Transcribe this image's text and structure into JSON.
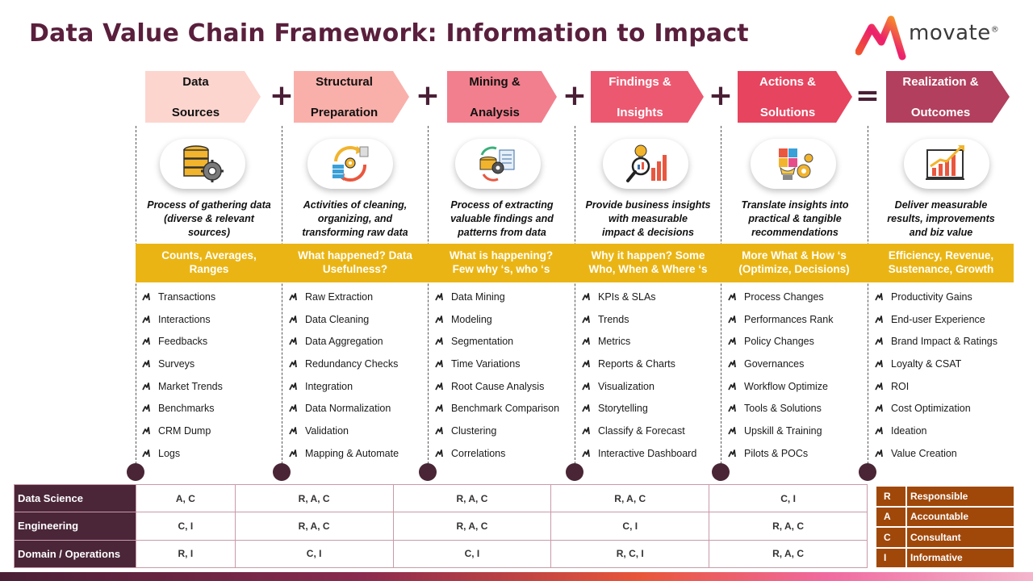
{
  "title": "Data Value Chain Framework: Information to Impact",
  "logo": {
    "text": "movate",
    "registered": "®"
  },
  "colors": {
    "title": "#5a1f3c",
    "band": "#eab514",
    "row_header": "#4a2638",
    "legend": "#a0480a",
    "stage_1": "#fcd5cf",
    "stage_2": "#f9b0aa",
    "stage_3": "#f27f8d",
    "stage_4": "#ec5870",
    "stage_5": "#e6445f",
    "stage_6": "#b13f5d"
  },
  "operators": [
    "+",
    "+",
    "+",
    "+",
    "="
  ],
  "stages": [
    {
      "title_line1": "Data",
      "title_line2": "Sources",
      "icon": "database-gear-icon",
      "desc_line1": "Process of gathering data",
      "desc_line2": "(diverse & relevant",
      "desc_line3": "sources)",
      "question_line1": "Counts, Averages,",
      "question_line2": "Ranges",
      "items": [
        "Transactions",
        "Interactions",
        "Feedbacks",
        "Surveys",
        "Market Trends",
        "Benchmarks",
        "CRM Dump",
        "Logs"
      ]
    },
    {
      "title_line1": "Structural",
      "title_line2": "Preparation",
      "icon": "data-cycle-icon",
      "desc_line1": "Activities of cleaning,",
      "desc_line2": "organizing, and",
      "desc_line3": "transforming raw data",
      "question_line1": "What happened? Data",
      "question_line2": "Usefulness?",
      "items": [
        "Raw Extraction",
        "Data Cleaning",
        "Data Aggregation",
        "Redundancy Checks",
        "Integration",
        "Data Normalization",
        "Validation",
        "Mapping & Automate"
      ]
    },
    {
      "title_line1": "Mining &",
      "title_line2": "Analysis",
      "icon": "data-mining-icon",
      "desc_line1": "Process of extracting",
      "desc_line2": "valuable findings and",
      "desc_line3": "patterns from data",
      "question_line1": "What is happening?",
      "question_line2": "Few why ‘s, who ‘s",
      "items": [
        "Data Mining",
        "Modeling",
        "Segmentation",
        "Time Variations",
        "Root Cause Analysis",
        "Benchmark Comparison",
        "Clustering",
        "Correlations"
      ]
    },
    {
      "title_line1": "Findings &",
      "title_line2": "Insights",
      "icon": "insight-chart-icon",
      "desc_line1": "Provide business insights",
      "desc_line2": "with measurable",
      "desc_line3": "impact & decisions",
      "question_line1": "Why it happen? Some",
      "question_line2": "Who, When & Where ‘s",
      "items": [
        "KPIs & SLAs",
        "Trends",
        "Metrics",
        "Reports & Charts",
        "Visualization",
        "Storytelling",
        "Classify & Forecast",
        "Interactive Dashboard"
      ]
    },
    {
      "title_line1": "Actions &",
      "title_line2": "Solutions",
      "icon": "solution-puzzle-icon",
      "desc_line1": "Translate insights into",
      "desc_line2": "practical & tangible",
      "desc_line3": "recommendations",
      "question_line1": "More What & How ‘s",
      "question_line2": "(Optimize, Decisions)",
      "items": [
        "Process Changes",
        "Performances Rank",
        "Policy Changes",
        "Governances",
        "Workflow Optimize",
        "Tools & Solutions",
        "Upskill & Training",
        "Pilots & POCs"
      ]
    },
    {
      "title_line1": "Realization &",
      "title_line2": "Outcomes",
      "icon": "growth-chart-icon",
      "desc_line1": "Deliver measurable",
      "desc_line2": "results, improvements",
      "desc_line3": "and biz value",
      "question_line1": "Efficiency, Revenue,",
      "question_line2": "Sustenance, Growth",
      "items": [
        "Productivity Gains",
        "End-user Experience",
        "Brand Impact & Ratings",
        "Loyalty & CSAT",
        "ROI",
        "Cost Optimization",
        "Ideation",
        "Value Creation"
      ]
    }
  ],
  "raci": {
    "rows": [
      {
        "label": "Data Science",
        "cells": [
          "A, C",
          "R, A, C",
          "R, A, C",
          "R, A, C",
          "C, I"
        ]
      },
      {
        "label": "Engineering",
        "cells": [
          "C, I",
          "R, A, C",
          "R, A, C",
          "C, I",
          "R, A, C"
        ]
      },
      {
        "label": "Domain / Operations",
        "cells": [
          "R, I",
          "C, I",
          "C, I",
          "R, C, I",
          "R, A, C"
        ]
      }
    ]
  },
  "legend": [
    {
      "code": "R",
      "label": "Responsible"
    },
    {
      "code": "A",
      "label": "Accountable"
    },
    {
      "code": "C",
      "label": "Consultant"
    },
    {
      "code": "I",
      "label": "Informative"
    }
  ]
}
